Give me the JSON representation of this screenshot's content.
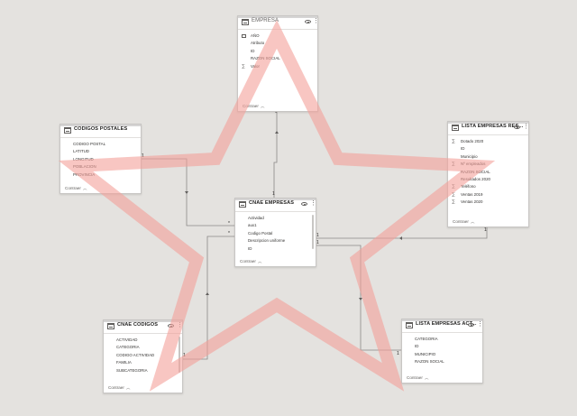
{
  "tables": {
    "empresa": {
      "title": "EMPRESA",
      "fields": [
        {
          "label": "AÑO",
          "icon": "calendar-icon"
        },
        {
          "label": "Atributo",
          "icon": ""
        },
        {
          "label": "ID",
          "icon": ""
        },
        {
          "label": "RAZON SOCIAL",
          "icon": ""
        },
        {
          "label": "Valor",
          "icon": "sigma-icon"
        }
      ],
      "collapse_label": "Contraer"
    },
    "codigos_postales": {
      "title": "CODIGOS POSTALES",
      "fields": [
        {
          "label": "CODIGO POSTAL",
          "icon": ""
        },
        {
          "label": "LATITUD",
          "icon": ""
        },
        {
          "label": "LONGITUD",
          "icon": ""
        },
        {
          "label": "POBLACION",
          "icon": ""
        },
        {
          "label": "PROVINCIA",
          "icon": ""
        }
      ],
      "collapse_label": "Contraer"
    },
    "lista_empresas_res": {
      "title": "LISTA EMPRESAS RES...",
      "fields": [
        {
          "label": "Dotado 2020",
          "icon": "sigma-icon"
        },
        {
          "label": "ID",
          "icon": ""
        },
        {
          "label": "Municipio",
          "icon": ""
        },
        {
          "label": "Nº empleados",
          "icon": "sigma-icon"
        },
        {
          "label": "RAZON SOCIAL",
          "icon": ""
        },
        {
          "label": "Resultados 2020",
          "icon": ""
        },
        {
          "label": "Teléfono",
          "icon": "sigma-icon"
        },
        {
          "label": "Ventas 2019",
          "icon": "sigma-icon"
        },
        {
          "label": "Ventas 2020",
          "icon": "sigma-icon"
        }
      ],
      "collapse_label": "Contraer"
    },
    "cnae_empresas": {
      "title": "CNAE EMPRESAS",
      "fields": [
        {
          "label": "Actividad",
          "icon": ""
        },
        {
          "label": "aux1",
          "icon": ""
        },
        {
          "label": "Codigo Postal",
          "icon": ""
        },
        {
          "label": "Descripcion uniforme",
          "icon": ""
        },
        {
          "label": "ID",
          "icon": ""
        }
      ],
      "collapse_label": "Contraer"
    },
    "cnae_codigos": {
      "title": "CNAE CODIGOS",
      "fields": [
        {
          "label": "ACTIVIDAD",
          "icon": ""
        },
        {
          "label": "CATEGORIA",
          "icon": ""
        },
        {
          "label": "CODIGO ACTIVIDAD",
          "icon": ""
        },
        {
          "label": "FAMILIA",
          "icon": ""
        },
        {
          "label": "SUBCATEGORIA",
          "icon": ""
        }
      ],
      "collapse_label": "Contraer"
    },
    "lista_empresas_act": {
      "title": "LISTA EMPRESAS ACT...",
      "fields": [
        {
          "label": "CATEGORIA",
          "icon": ""
        },
        {
          "label": "ID",
          "icon": ""
        },
        {
          "label": "MUNICIPIO",
          "icon": ""
        },
        {
          "label": "RAZON SOCIAL",
          "icon": ""
        }
      ],
      "collapse_label": "Contraer"
    }
  },
  "relationships": [
    {
      "from": "EMPRESA",
      "to": "CNAE EMPRESAS",
      "from_cardinality": "*",
      "to_cardinality": "1"
    },
    {
      "from": "CODIGOS POSTALES",
      "to": "CNAE EMPRESAS",
      "from_cardinality": "1",
      "to_cardinality": "*"
    },
    {
      "from": "CNAE CODIGOS",
      "to": "CNAE EMPRESAS",
      "from_cardinality": "1",
      "to_cardinality": "*"
    },
    {
      "from": "LISTA EMPRESAS RES...",
      "to": "CNAE EMPRESAS",
      "from_cardinality": "1",
      "to_cardinality": "1"
    },
    {
      "from": "LISTA EMPRESAS ACT...",
      "to": "CNAE EMPRESAS",
      "from_cardinality": "1",
      "to_cardinality": "1"
    }
  ],
  "colors": {
    "canvas_background": "#e4e2df",
    "card_background": "#ffffff",
    "connector_line": "#8a8886",
    "star_overlay": "#f4a09a"
  }
}
